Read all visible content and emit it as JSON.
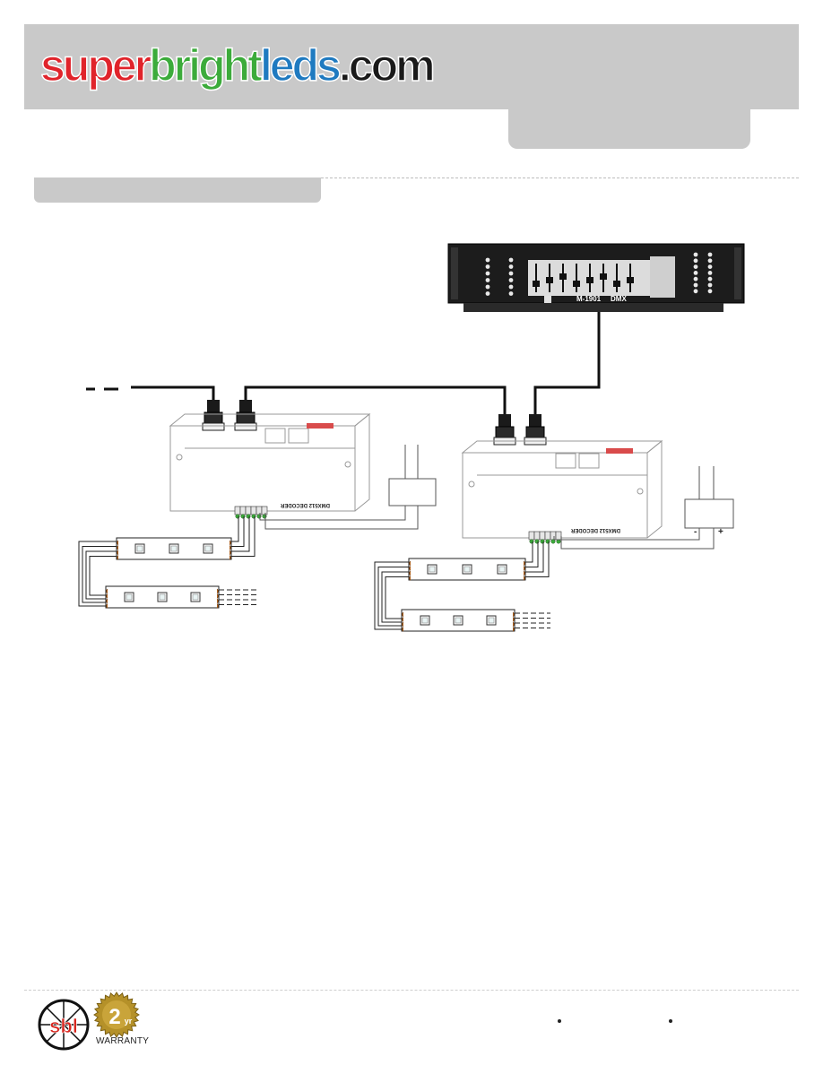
{
  "logo": {
    "word1": "super",
    "word2": "bright",
    "word3": "leds",
    "word4": ".com",
    "colors": {
      "super": "#e0242b",
      "bright": "#3cab3b",
      "leds": "#1f7ac0",
      "com": "#1a1a1a"
    }
  },
  "controller": {
    "model": "M-1901",
    "suffix": "DMX"
  },
  "decoders": [
    {
      "label": "DMX512 DECODER"
    },
    {
      "label": "DMX512 DECODER"
    }
  ],
  "power_supply": {
    "minus": "-",
    "plus": "+"
  },
  "footer": {
    "sbl_logo": "sbl",
    "warranty_years": "2",
    "warranty_unit": "yr",
    "warranty_label": "WARRANTY"
  }
}
